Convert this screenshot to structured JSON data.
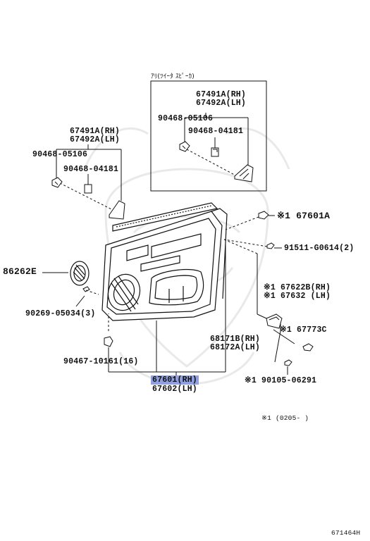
{
  "inset_title": "ｱﾘ(ﾂｲｰﾀ ｽﾋﾟｰｶ)",
  "labels": {
    "inset_67491A": "67491A(RH)",
    "inset_67492A": "67492A(LH)",
    "inset_90468_05106": "90468-05106",
    "inset_90468_04181": "90468-04181",
    "main_67491A": "67491A(RH)",
    "main_67492A": "67492A(LH)",
    "main_90468_05106": "90468-05106",
    "main_90468_04181": "90468-04181",
    "p67601A": "※1 67601A",
    "p91511": "91511-G0614(2)",
    "p86262E": "86262E",
    "p90269": "90269-05034(3)",
    "p67622B": "※1 67622B(RH)",
    "p67632": "※1 67632 (LH)",
    "p67773C": "※1 67773C",
    "p68171B": "68171B(RH)",
    "p68172A": "68172A(LH)",
    "p90467": "90467-10161(16)",
    "p67601RH": "67601(RH)",
    "p67602LH": "67602(LH)",
    "p90105": "※1 90105-06291",
    "note": "※1 (0205-    )",
    "diagram_id": "671464H"
  }
}
